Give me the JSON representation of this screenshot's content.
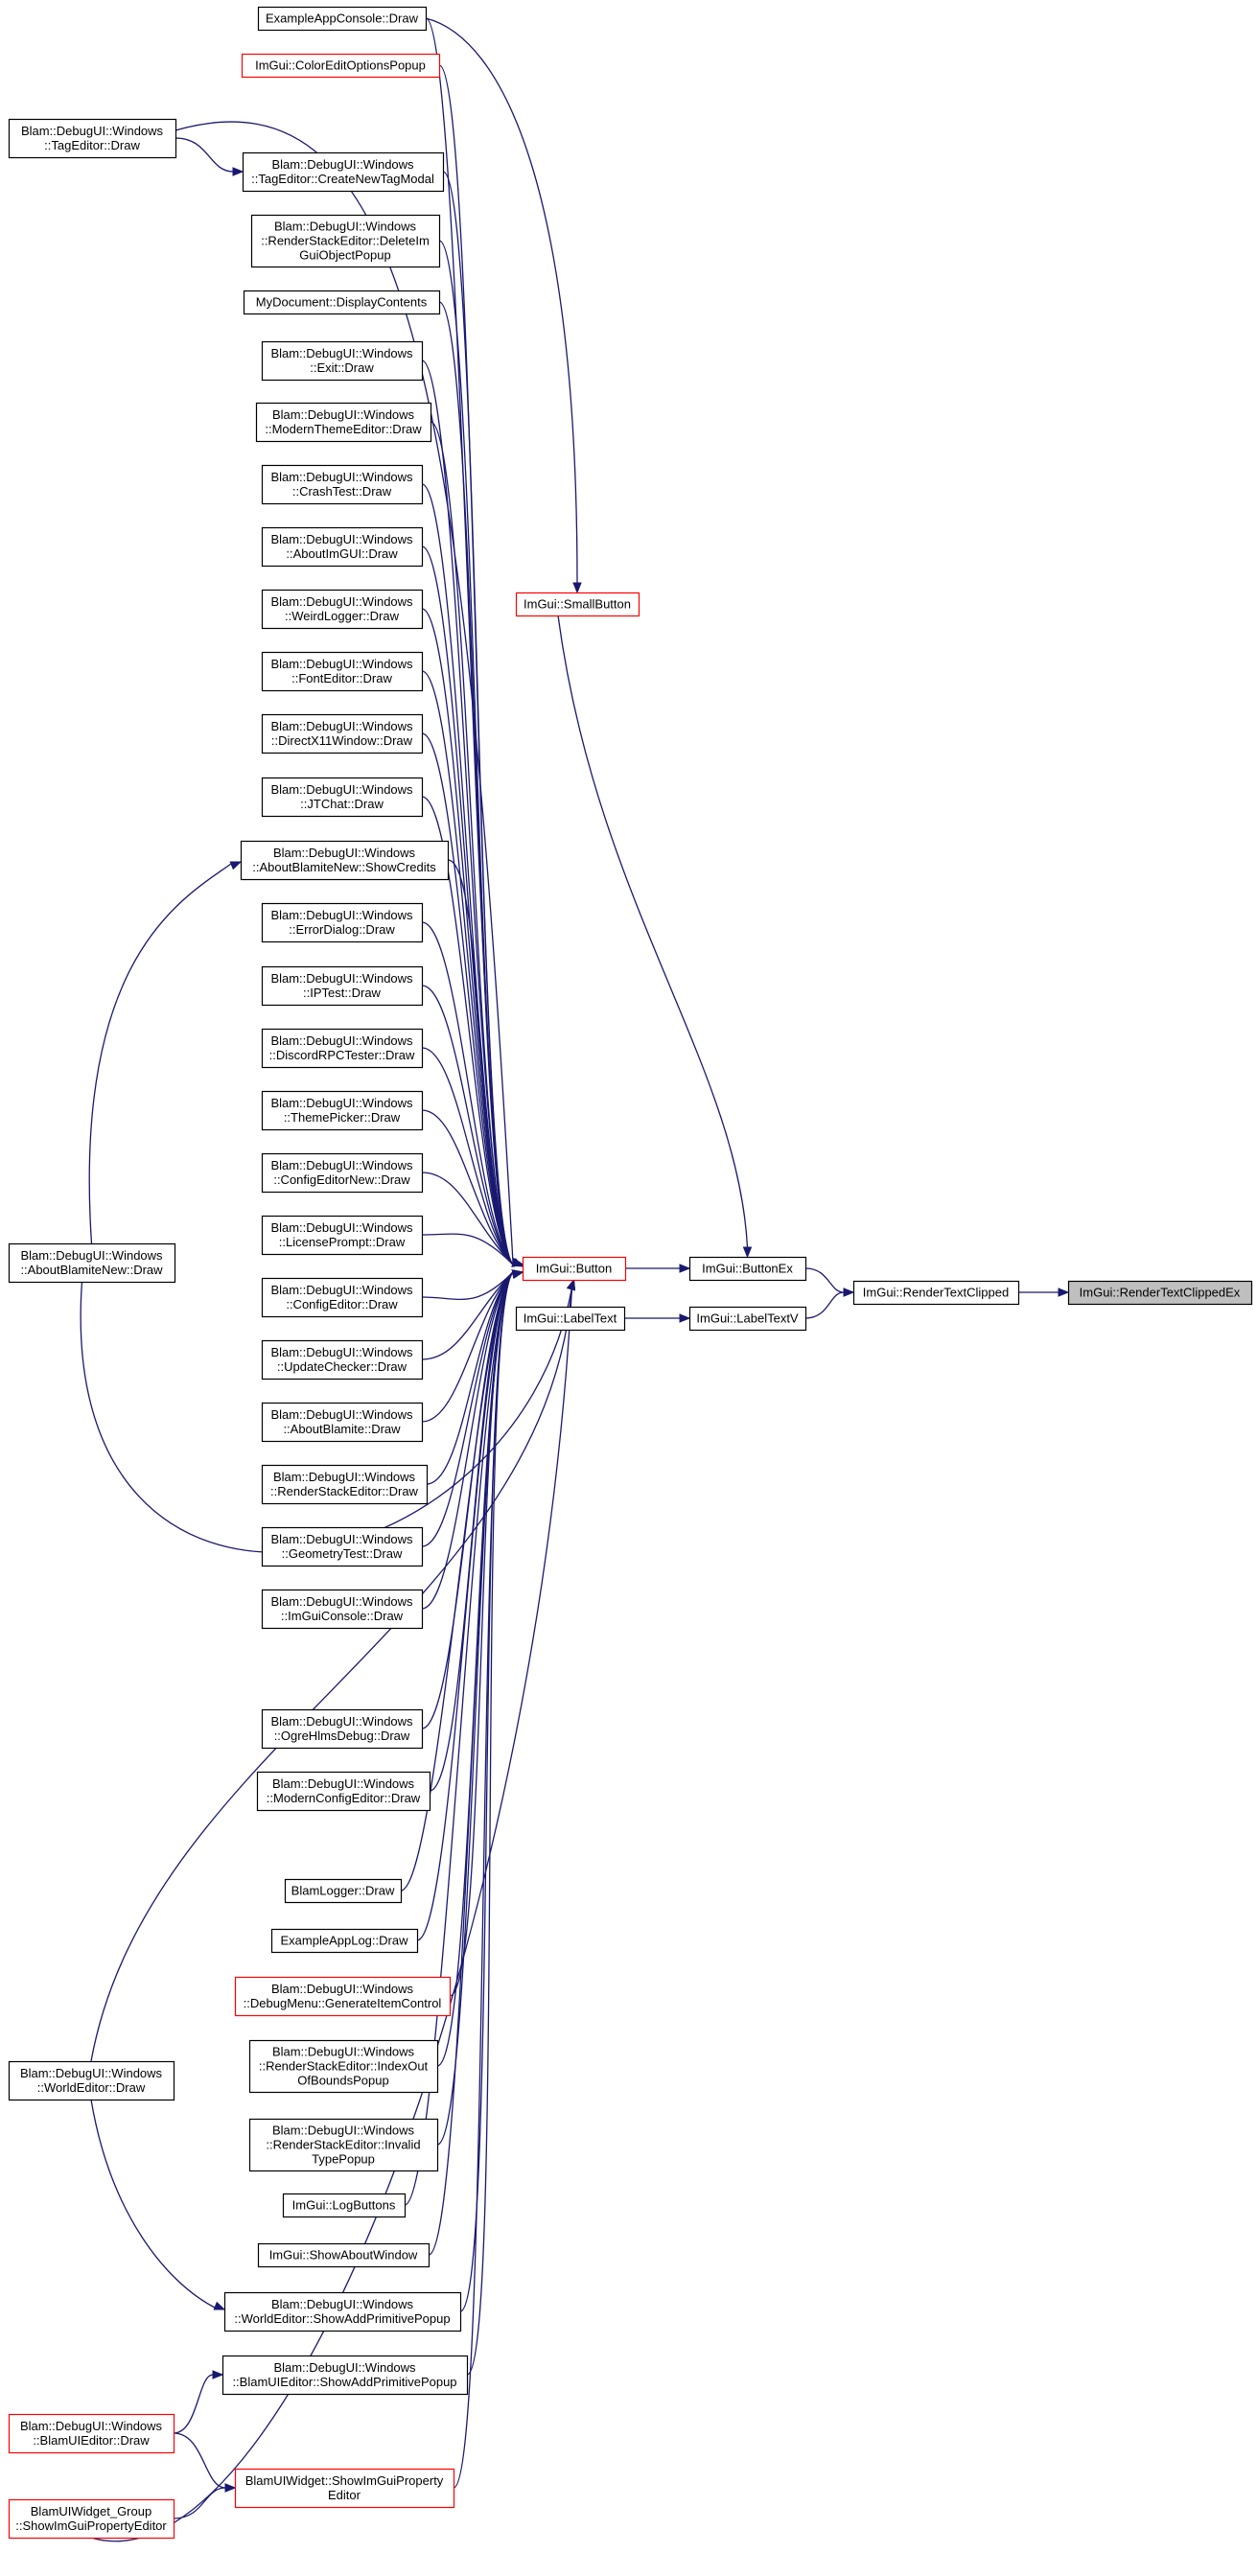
{
  "diagram": {
    "title": "",
    "colors": {
      "edge": "#191970",
      "normal_border": "#000000",
      "truncated_border": "#ff0000",
      "highlight_fill": "#bfbfbf",
      "fill": "#ffffff"
    },
    "nodes": [
      {
        "id": "example-app-console-draw",
        "lines": [
          "ExampleAppConsole::Draw"
        ],
        "style": "normal"
      },
      {
        "id": "color-edit-options-popup",
        "lines": [
          "ImGui::ColorEditOptionsPopup"
        ],
        "style": "truncated"
      },
      {
        "id": "tag-editor-draw",
        "lines": [
          "Blam::DebugUI::Windows",
          "::TagEditor::Draw"
        ],
        "style": "normal"
      },
      {
        "id": "tag-editor-create-new-tag-modal",
        "lines": [
          "Blam::DebugUI::Windows",
          "::TagEditor::CreateNewTagModal"
        ],
        "style": "normal"
      },
      {
        "id": "render-stack-editor-delete-popup",
        "lines": [
          "Blam::DebugUI::Windows",
          "::RenderStackEditor::DeleteIm",
          "GuiObjectPopup"
        ],
        "style": "normal"
      },
      {
        "id": "my-document-display-contents",
        "lines": [
          "MyDocument::DisplayContents"
        ],
        "style": "normal"
      },
      {
        "id": "exit-draw",
        "lines": [
          "Blam::DebugUI::Windows",
          "::Exit::Draw"
        ],
        "style": "normal"
      },
      {
        "id": "modern-theme-editor-draw",
        "lines": [
          "Blam::DebugUI::Windows",
          "::ModernThemeEditor::Draw"
        ],
        "style": "normal"
      },
      {
        "id": "crash-test-draw",
        "lines": [
          "Blam::DebugUI::Windows",
          "::CrashTest::Draw"
        ],
        "style": "normal"
      },
      {
        "id": "about-imgui-draw",
        "lines": [
          "Blam::DebugUI::Windows",
          "::AboutImGUI::Draw"
        ],
        "style": "normal"
      },
      {
        "id": "weird-logger-draw",
        "lines": [
          "Blam::DebugUI::Windows",
          "::WeirdLogger::Draw"
        ],
        "style": "normal"
      },
      {
        "id": "font-editor-draw",
        "lines": [
          "Blam::DebugUI::Windows",
          "::FontEditor::Draw"
        ],
        "style": "normal"
      },
      {
        "id": "directx11-window-draw",
        "lines": [
          "Blam::DebugUI::Windows",
          "::DirectX11Window::Draw"
        ],
        "style": "normal"
      },
      {
        "id": "jtchat-draw",
        "lines": [
          "Blam::DebugUI::Windows",
          "::JTChat::Draw"
        ],
        "style": "normal"
      },
      {
        "id": "about-blamite-new-show-credits",
        "lines": [
          "Blam::DebugUI::Windows",
          "::AboutBlamiteNew::ShowCredits"
        ],
        "style": "normal"
      },
      {
        "id": "error-dialog-draw",
        "lines": [
          "Blam::DebugUI::Windows",
          "::ErrorDialog::Draw"
        ],
        "style": "normal"
      },
      {
        "id": "ip-test-draw",
        "lines": [
          "Blam::DebugUI::Windows",
          "::IPTest::Draw"
        ],
        "style": "normal"
      },
      {
        "id": "discord-rpc-tester-draw",
        "lines": [
          "Blam::DebugUI::Windows",
          "::DiscordRPCTester::Draw"
        ],
        "style": "normal"
      },
      {
        "id": "theme-picker-draw",
        "lines": [
          "Blam::DebugUI::Windows",
          "::ThemePicker::Draw"
        ],
        "style": "normal"
      },
      {
        "id": "config-editor-new-draw",
        "lines": [
          "Blam::DebugUI::Windows",
          "::ConfigEditorNew::Draw"
        ],
        "style": "normal"
      },
      {
        "id": "license-prompt-draw",
        "lines": [
          "Blam::DebugUI::Windows",
          "::LicensePrompt::Draw"
        ],
        "style": "normal"
      },
      {
        "id": "config-editor-draw",
        "lines": [
          "Blam::DebugUI::Windows",
          "::ConfigEditor::Draw"
        ],
        "style": "normal"
      },
      {
        "id": "update-checker-draw",
        "lines": [
          "Blam::DebugUI::Windows",
          "::UpdateChecker::Draw"
        ],
        "style": "normal"
      },
      {
        "id": "about-blamite-draw",
        "lines": [
          "Blam::DebugUI::Windows",
          "::AboutBlamite::Draw"
        ],
        "style": "normal"
      },
      {
        "id": "render-stack-editor-draw",
        "lines": [
          "Blam::DebugUI::Windows",
          "::RenderStackEditor::Draw"
        ],
        "style": "normal"
      },
      {
        "id": "geometry-test-draw",
        "lines": [
          "Blam::DebugUI::Windows",
          "::GeometryTest::Draw"
        ],
        "style": "normal"
      },
      {
        "id": "imgui-console-draw",
        "lines": [
          "Blam::DebugUI::Windows",
          "::ImGuiConsole::Draw"
        ],
        "style": "normal"
      },
      {
        "id": "about-blamite-new-draw",
        "lines": [
          "Blam::DebugUI::Windows",
          "::AboutBlamiteNew::Draw"
        ],
        "style": "normal"
      },
      {
        "id": "ogre-hlms-debug-draw",
        "lines": [
          "Blam::DebugUI::Windows",
          "::OgreHlmsDebug::Draw"
        ],
        "style": "normal"
      },
      {
        "id": "modern-config-editor-draw",
        "lines": [
          "Blam::DebugUI::Windows",
          "::ModernConfigEditor::Draw"
        ],
        "style": "normal"
      },
      {
        "id": "blam-logger-draw",
        "lines": [
          "BlamLogger::Draw"
        ],
        "style": "normal"
      },
      {
        "id": "example-app-log-draw",
        "lines": [
          "ExampleAppLog::Draw"
        ],
        "style": "normal"
      },
      {
        "id": "debug-menu-generate-item-control",
        "lines": [
          "Blam::DebugUI::Windows",
          "::DebugMenu::GenerateItemControl"
        ],
        "style": "truncated"
      },
      {
        "id": "world-editor-draw",
        "lines": [
          "Blam::DebugUI::Windows",
          "::WorldEditor::Draw"
        ],
        "style": "normal"
      },
      {
        "id": "render-stack-editor-index-out",
        "lines": [
          "Blam::DebugUI::Windows",
          "::RenderStackEditor::IndexOut",
          "OfBoundsPopup"
        ],
        "style": "normal"
      },
      {
        "id": "render-stack-editor-invalid-type",
        "lines": [
          "Blam::DebugUI::Windows",
          "::RenderStackEditor::Invalid",
          "TypePopup"
        ],
        "style": "normal"
      },
      {
        "id": "imgui-log-buttons",
        "lines": [
          "ImGui::LogButtons"
        ],
        "style": "normal"
      },
      {
        "id": "imgui-show-about-window",
        "lines": [
          "ImGui::ShowAboutWindow"
        ],
        "style": "normal"
      },
      {
        "id": "world-editor-show-add-primitive-popup",
        "lines": [
          "Blam::DebugUI::Windows",
          "::WorldEditor::ShowAddPrimitivePopup"
        ],
        "style": "normal"
      },
      {
        "id": "blam-ui-editor-show-add-primitive-popup",
        "lines": [
          "Blam::DebugUI::Windows",
          "::BlamUIEditor::ShowAddPrimitivePopup"
        ],
        "style": "normal"
      },
      {
        "id": "blam-ui-editor-draw",
        "lines": [
          "Blam::DebugUI::Windows",
          "::BlamUIEditor::Draw"
        ],
        "style": "truncated"
      },
      {
        "id": "blam-ui-widget-show-imgui-property-editor",
        "lines": [
          "BlamUIWidget::ShowImGuiProperty",
          "Editor"
        ],
        "style": "truncated"
      },
      {
        "id": "blam-ui-widget-group-show-imgui-property-editor",
        "lines": [
          "BlamUIWidget_Group",
          "::ShowImGuiPropertyEditor"
        ],
        "style": "truncated"
      },
      {
        "id": "imgui-small-button",
        "lines": [
          "ImGui::SmallButton"
        ],
        "style": "truncated"
      },
      {
        "id": "imgui-button",
        "lines": [
          "ImGui::Button"
        ],
        "style": "truncated"
      },
      {
        "id": "imgui-label-text",
        "lines": [
          "ImGui::LabelText"
        ],
        "style": "normal"
      },
      {
        "id": "imgui-button-ex",
        "lines": [
          "ImGui::ButtonEx"
        ],
        "style": "normal"
      },
      {
        "id": "imgui-label-text-v",
        "lines": [
          "ImGui::LabelTextV"
        ],
        "style": "normal"
      },
      {
        "id": "imgui-render-text-clipped",
        "lines": [
          "ImGui::RenderTextClipped"
        ],
        "style": "normal"
      },
      {
        "id": "imgui-render-text-clipped-ex",
        "lines": [
          "ImGui::RenderTextClippedEx"
        ],
        "style": "highlight"
      }
    ],
    "edges": [
      [
        "example-app-console-draw",
        "imgui-small-button"
      ],
      [
        "example-app-console-draw",
        "imgui-button"
      ],
      [
        "color-edit-options-popup",
        "imgui-button"
      ],
      [
        "tag-editor-draw",
        "tag-editor-create-new-tag-modal"
      ],
      [
        "tag-editor-draw",
        "imgui-button"
      ],
      [
        "tag-editor-create-new-tag-modal",
        "imgui-button"
      ],
      [
        "render-stack-editor-delete-popup",
        "imgui-button"
      ],
      [
        "my-document-display-contents",
        "imgui-button"
      ],
      [
        "exit-draw",
        "imgui-button"
      ],
      [
        "modern-theme-editor-draw",
        "imgui-button"
      ],
      [
        "crash-test-draw",
        "imgui-button"
      ],
      [
        "about-imgui-draw",
        "imgui-button"
      ],
      [
        "weird-logger-draw",
        "imgui-button"
      ],
      [
        "font-editor-draw",
        "imgui-button"
      ],
      [
        "directx11-window-draw",
        "imgui-button"
      ],
      [
        "jtchat-draw",
        "imgui-button"
      ],
      [
        "about-blamite-new-show-credits",
        "imgui-button"
      ],
      [
        "error-dialog-draw",
        "imgui-button"
      ],
      [
        "ip-test-draw",
        "imgui-button"
      ],
      [
        "discord-rpc-tester-draw",
        "imgui-button"
      ],
      [
        "theme-picker-draw",
        "imgui-button"
      ],
      [
        "config-editor-new-draw",
        "imgui-button"
      ],
      [
        "license-prompt-draw",
        "imgui-button"
      ],
      [
        "config-editor-draw",
        "imgui-button"
      ],
      [
        "update-checker-draw",
        "imgui-button"
      ],
      [
        "about-blamite-draw",
        "imgui-button"
      ],
      [
        "render-stack-editor-draw",
        "imgui-button"
      ],
      [
        "geometry-test-draw",
        "imgui-button"
      ],
      [
        "imgui-console-draw",
        "imgui-button"
      ],
      [
        "about-blamite-new-draw",
        "about-blamite-new-show-credits"
      ],
      [
        "about-blamite-new-draw",
        "imgui-button"
      ],
      [
        "ogre-hlms-debug-draw",
        "imgui-button"
      ],
      [
        "modern-config-editor-draw",
        "imgui-button"
      ],
      [
        "blam-logger-draw",
        "imgui-button"
      ],
      [
        "example-app-log-draw",
        "imgui-button"
      ],
      [
        "debug-menu-generate-item-control",
        "imgui-button"
      ],
      [
        "world-editor-draw",
        "world-editor-show-add-primitive-popup"
      ],
      [
        "world-editor-draw",
        "imgui-button"
      ],
      [
        "render-stack-editor-index-out",
        "imgui-button"
      ],
      [
        "render-stack-editor-invalid-type",
        "imgui-button"
      ],
      [
        "imgui-log-buttons",
        "imgui-button"
      ],
      [
        "imgui-show-about-window",
        "imgui-button"
      ],
      [
        "world-editor-show-add-primitive-popup",
        "imgui-button"
      ],
      [
        "blam-ui-editor-show-add-primitive-popup",
        "imgui-button"
      ],
      [
        "blam-ui-editor-draw",
        "blam-ui-editor-show-add-primitive-popup"
      ],
      [
        "blam-ui-editor-draw",
        "blam-ui-widget-show-imgui-property-editor"
      ],
      [
        "blam-ui-widget-show-imgui-property-editor",
        "imgui-button"
      ],
      [
        "blam-ui-widget-group-show-imgui-property-editor",
        "blam-ui-widget-show-imgui-property-editor"
      ],
      [
        "blam-ui-widget-group-show-imgui-property-editor",
        "imgui-button"
      ],
      [
        "imgui-small-button",
        "imgui-button-ex"
      ],
      [
        "imgui-button",
        "imgui-button-ex"
      ],
      [
        "imgui-label-text",
        "imgui-label-text-v"
      ],
      [
        "imgui-button-ex",
        "imgui-render-text-clipped"
      ],
      [
        "imgui-label-text-v",
        "imgui-render-text-clipped"
      ],
      [
        "imgui-render-text-clipped",
        "imgui-render-text-clipped-ex"
      ]
    ]
  }
}
